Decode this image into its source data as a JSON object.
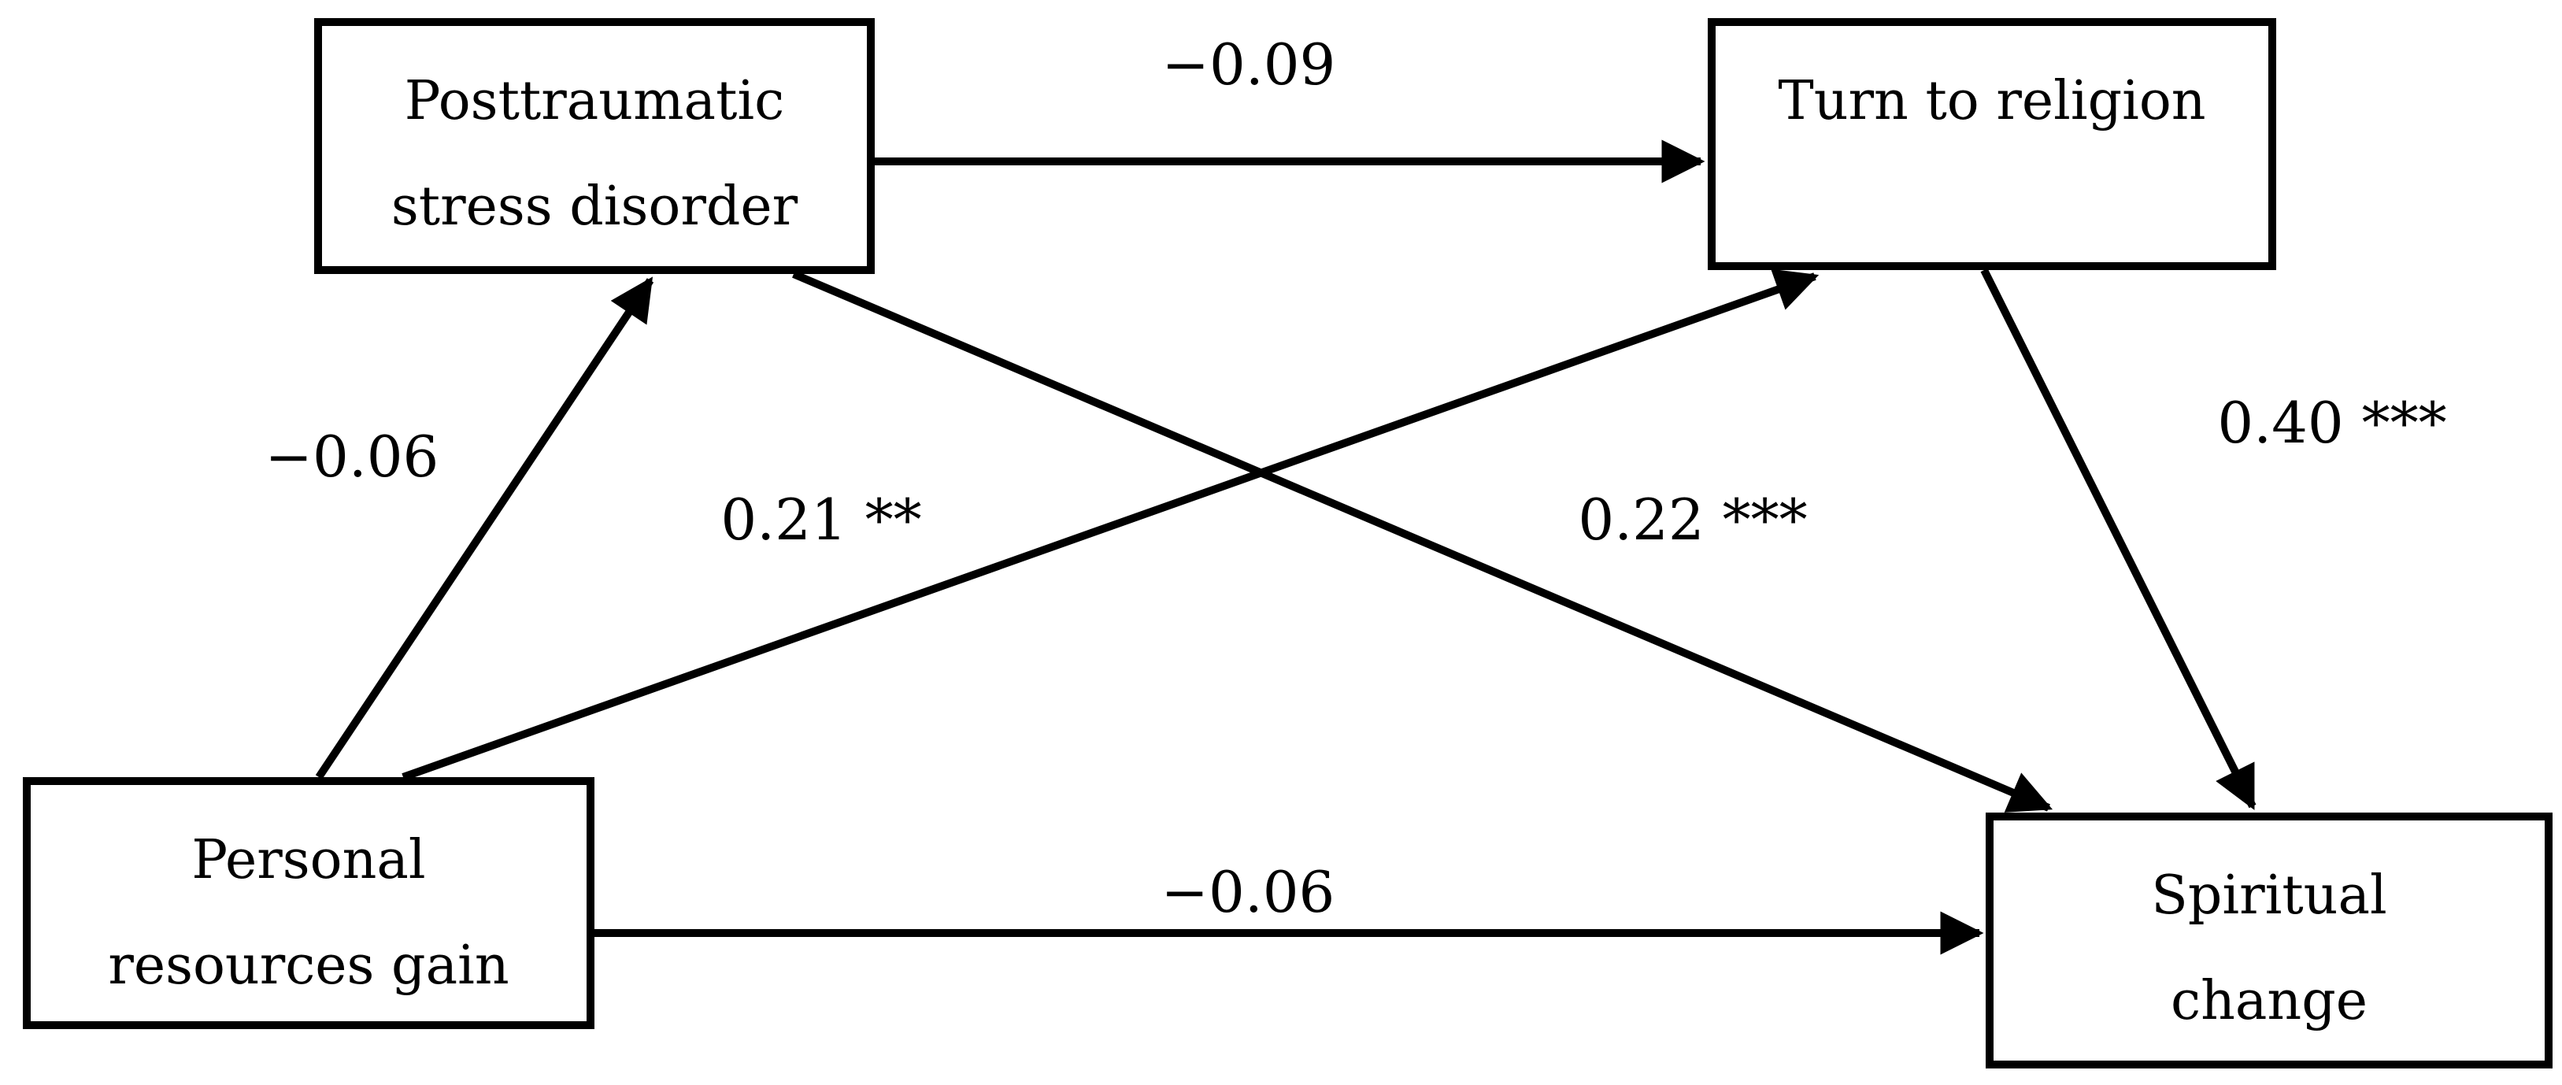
{
  "diagram": {
    "type": "path-model",
    "colors": {
      "ink": "#000000",
      "background": "#ffffff"
    },
    "nodes": {
      "ptsd": {
        "label": "Posttraumatic\nstress disorder"
      },
      "religion": {
        "label": "Turn to religion"
      },
      "resources": {
        "label": "Personal\nresources gain"
      },
      "spiritual": {
        "label": "Spiritual\nchange"
      }
    },
    "edges": [
      {
        "from": "ptsd",
        "to": "religion",
        "label": "−0.09"
      },
      {
        "from": "resources",
        "to": "ptsd",
        "label": "−0.06"
      },
      {
        "from": "resources",
        "to": "religion",
        "label": "0.21 **"
      },
      {
        "from": "ptsd",
        "to": "spiritual",
        "label": "0.22 ***"
      },
      {
        "from": "religion",
        "to": "spiritual",
        "label": "0.40 ***"
      },
      {
        "from": "resources",
        "to": "spiritual",
        "label": "−0.06"
      }
    ]
  }
}
